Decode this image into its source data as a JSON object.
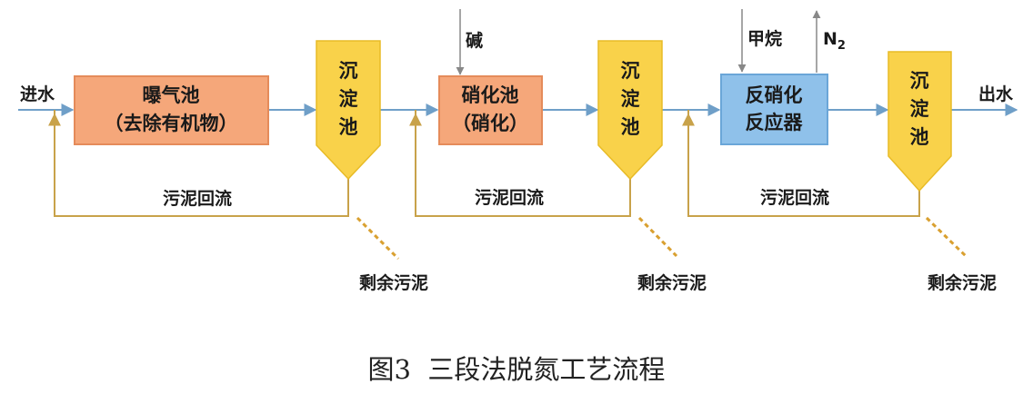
{
  "colors": {
    "aeration_fill": "#f5a77a",
    "aeration_stroke": "#e58b5a",
    "settler_fill": "#f9d24a",
    "settler_stroke": "#e8bb26",
    "reactor_fill": "#8fc1ea",
    "reactor_stroke": "#6aa6d8",
    "flow_line": "#6f9fc8",
    "return_line": "#c8a24a",
    "waste_line": "#d9a030",
    "text": "#1a1a1a"
  },
  "inflow_label": "进水",
  "outflow_label": "出水",
  "aeration_tank": {
    "line1": "曝气池",
    "line2": "（去除有机物）"
  },
  "nitrification_tank": {
    "line1": "硝化池",
    "line2": "（硝化）"
  },
  "denitrification_reactor": {
    "line1": "反硝化",
    "line2": "反应器"
  },
  "settling_tank_label": [
    "沉",
    "淀",
    "池"
  ],
  "alkali_input": "碱",
  "methane_input": "甲烷",
  "nitrogen_output": {
    "base": "N",
    "subscript": "2"
  },
  "sludge_return_label": "污泥回流",
  "excess_sludge_label": "剩余污泥",
  "caption": "图3  三段法脱氮工艺流程"
}
